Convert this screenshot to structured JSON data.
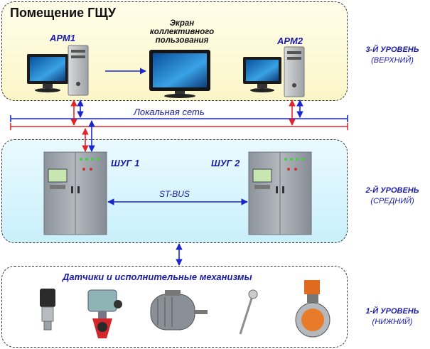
{
  "top": {
    "title": "Помещение ГЩУ",
    "arm1": "АРМ1",
    "arm2": "АРМ2",
    "screen_label": [
      "Экран",
      "коллективного",
      "пользования"
    ]
  },
  "network": {
    "label": "Локальная сеть"
  },
  "middle": {
    "shug1": "ШУГ 1",
    "shug2": "ШУГ 2",
    "bus": "ST-BUS"
  },
  "bottom": {
    "title": "Датчики и исполнительные механизмы"
  },
  "levels": {
    "top": [
      "3-Й УРОВЕНЬ",
      "(ВЕРХНИЙ)"
    ],
    "middle": [
      "2-Й УРОВЕНЬ",
      "(СРЕДНИЙ)"
    ],
    "bottom": [
      "1-Й УРОВЕНЬ",
      "(НИЖНИЙ)"
    ]
  },
  "colors": {
    "red": "#e0262a",
    "blue": "#1b27c9",
    "cabinet": "#9aa0a8"
  },
  "icons": [
    "pc-icon",
    "monitor-icon",
    "cabinet-icon",
    "pressure-sensor-icon",
    "valve-actuator-icon",
    "electric-motor-icon",
    "thermocouple-icon",
    "butterfly-valve-icon"
  ]
}
